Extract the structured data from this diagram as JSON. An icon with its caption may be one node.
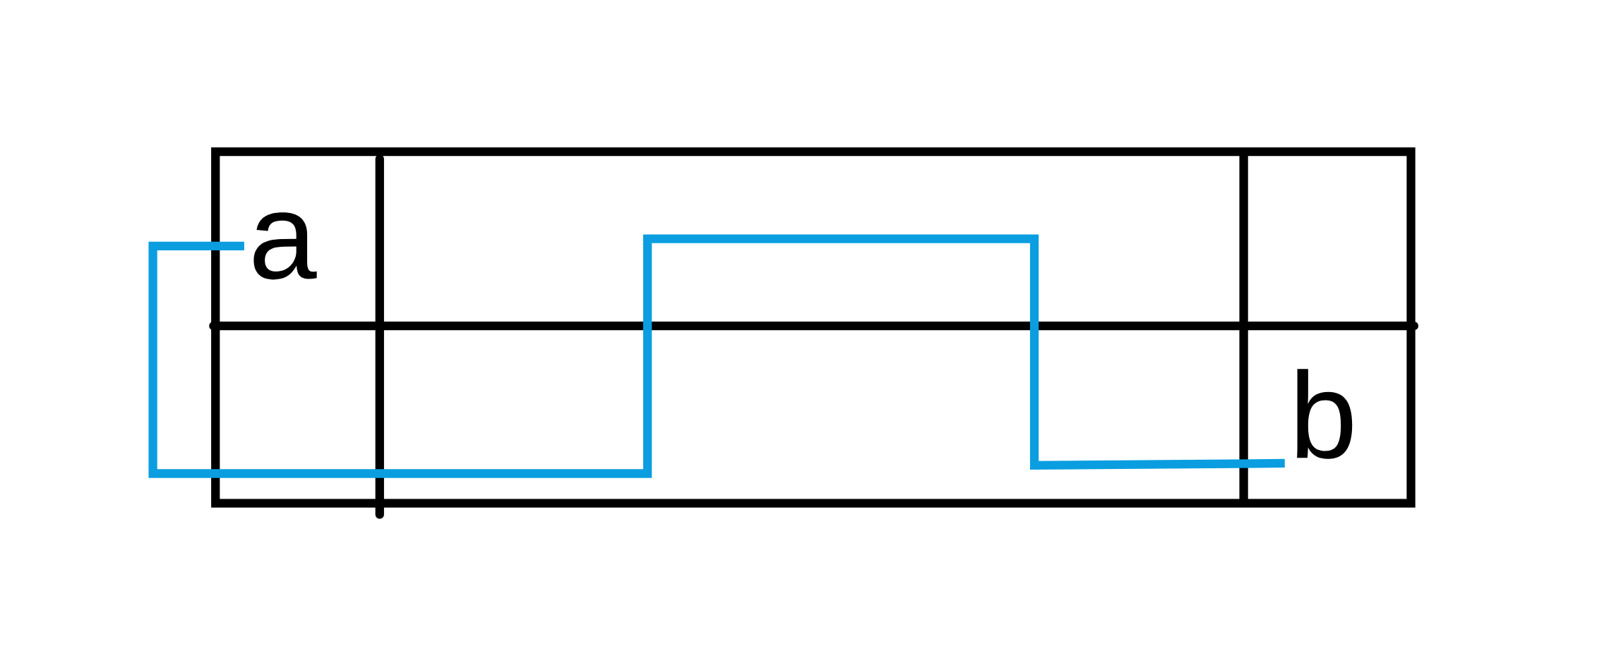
{
  "diagram": {
    "nodes": [
      {
        "text": [
          "a"
        ]
      },
      {
        "text": [
          "b"
        ]
      }
    ],
    "edges": [
      {
        "from": 0,
        "to": 1,
        "arrow": "none"
      }
    ]
  }
}
